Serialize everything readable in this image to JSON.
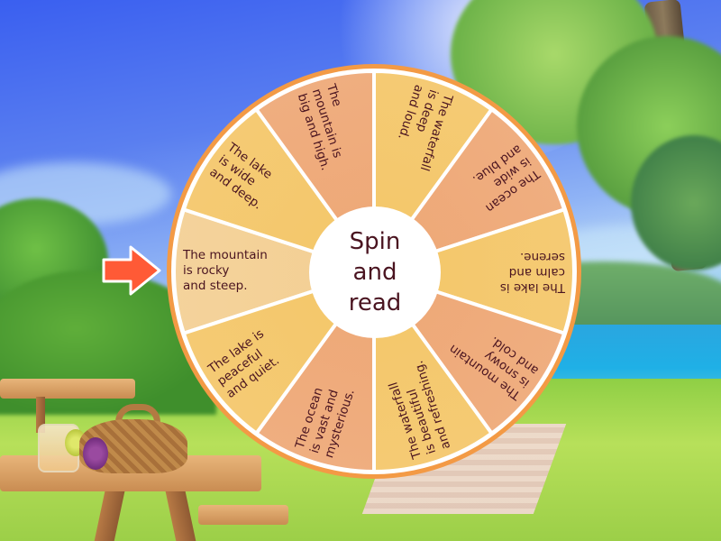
{
  "game": {
    "center_button_label": "Spin\nand\nread",
    "pointer": {
      "icon": "arrow-right-icon",
      "color": "#ff5a36",
      "outline": "#ffffff"
    },
    "selected_index": 0,
    "wheel": {
      "rim_color": "#f39a45",
      "divider_color": "#ffffff",
      "text_color": "#4a1420",
      "segments": [
        {
          "text": "The mountain\nis rocky\nand steep.",
          "color": "#f3cf93",
          "selected": true
        },
        {
          "text": "The lake\nis wide\nand deep.",
          "color": "#f4c668"
        },
        {
          "text": "The\nmountain is\nbig and high.",
          "color": "#eea775"
        },
        {
          "text": "The waterfall\nis deep\nand loud.",
          "color": "#f4c668"
        },
        {
          "text": "The ocean\nis wide\nand blue.",
          "color": "#eea775"
        },
        {
          "text": "The lake is\ncalm and\nserene.",
          "color": "#f4c668"
        },
        {
          "text": "The mountain\nis snowy\nand cold.",
          "color": "#eea775"
        },
        {
          "text": "The waterfall\nis beautiful\nand refreshing.",
          "color": "#f4c668"
        },
        {
          "text": "The ocean\nis vast and\nmysterious.",
          "color": "#eea775"
        },
        {
          "text": "The lake is\npeaceful\nand quiet.",
          "color": "#f4c668"
        }
      ]
    }
  },
  "background": {
    "scene": "picnic by a lake",
    "colors": {
      "sky_top": "#3a5ff0",
      "sky_bottom": "#b9d8f7",
      "lake": "#1fb0e6",
      "grass": "#a8d94e"
    }
  }
}
